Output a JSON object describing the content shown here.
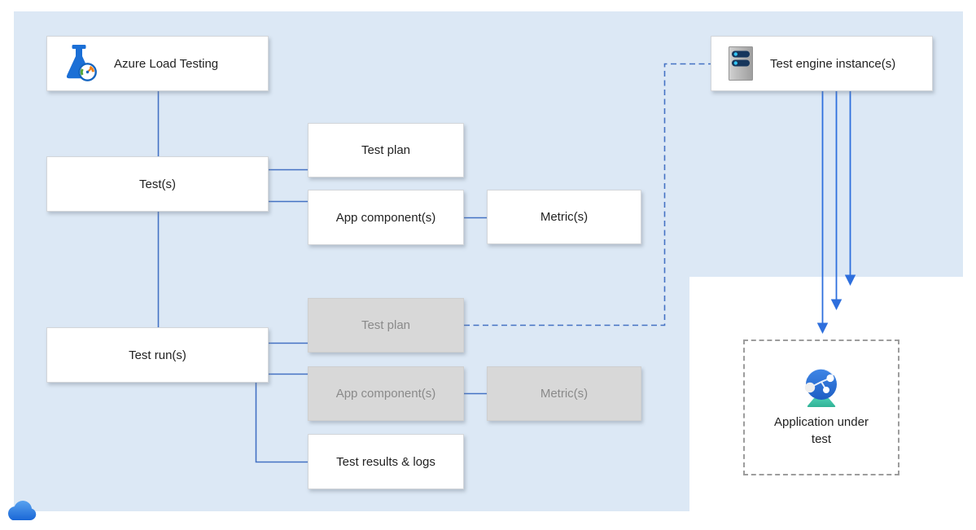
{
  "nodes": {
    "azure_load_testing": {
      "label": "Azure Load Testing",
      "icon": "load-testing-flask-icon"
    },
    "tests": {
      "label": "Test(s)"
    },
    "test_plan": {
      "label": "Test plan"
    },
    "app_components": {
      "label": "App component(s)"
    },
    "metrics": {
      "label": "Metric(s)"
    },
    "test_runs": {
      "label": "Test run(s)"
    },
    "run_test_plan": {
      "label": "Test plan"
    },
    "run_app_components": {
      "label": "App component(s)"
    },
    "run_metrics": {
      "label": "Metric(s)"
    },
    "test_results": {
      "label": "Test results & logs"
    },
    "test_engine": {
      "label": "Test engine instance(s)",
      "icon": "server-icon"
    },
    "application_under_test": {
      "label": "Application under test",
      "icon": "globe-icon"
    }
  },
  "decorations": {
    "cloud_icon": "azure-cloud-icon"
  },
  "colors": {
    "canvas_background": "#ffffff",
    "diagram_background": "#dce8f5",
    "connector_blue": "#4472c4",
    "arrow_blue": "#2e6fdd",
    "box_fill_white": "#ffffff",
    "box_fill_gray": "#d8d8d8",
    "box_text_dark": "#222222",
    "box_text_gray": "#8a8a8a",
    "dashed_border_gray": "#9d9d9d"
  }
}
